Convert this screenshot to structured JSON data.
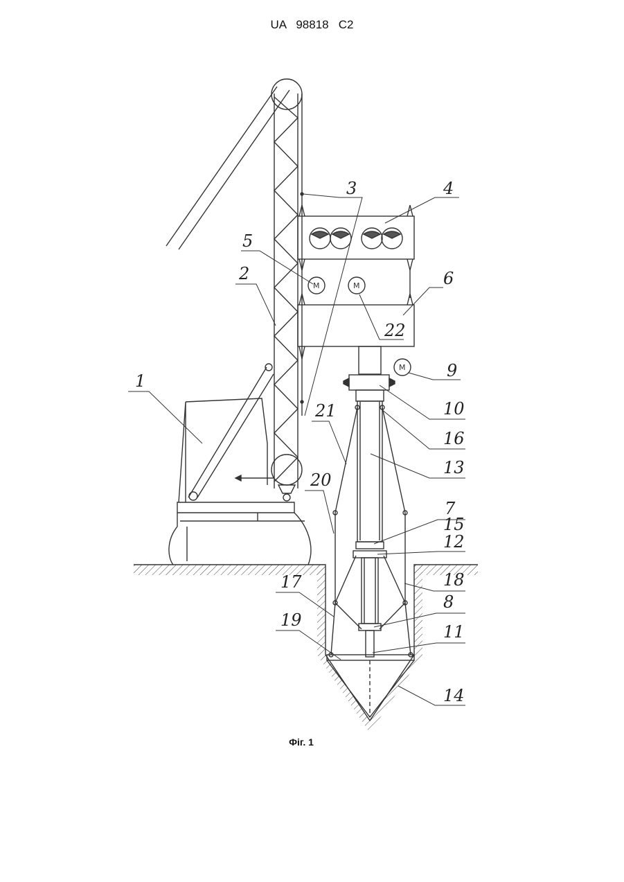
{
  "header": {
    "patent_number": "UA   98818   C2"
  },
  "figure": {
    "caption": "Фіг. 1",
    "motor_letter": "M",
    "labels": {
      "l1": "1",
      "l2": "2",
      "l3": "3",
      "l4": "4",
      "l5": "5",
      "l6": "6",
      "l7": "7",
      "l8": "8",
      "l9": "9",
      "l10": "10",
      "l11": "11",
      "l12": "12",
      "l13": "13",
      "l14": "14",
      "l15": "15",
      "l16": "16",
      "l17": "17",
      "l18": "18",
      "l19": "19",
      "l20": "20",
      "l21": "21",
      "l22": "22"
    }
  }
}
